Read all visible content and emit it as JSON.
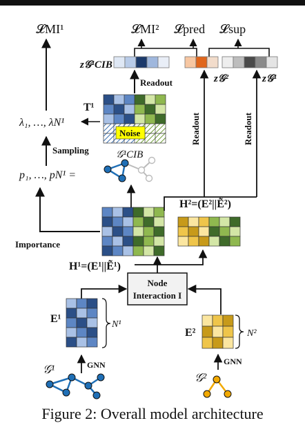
{
  "loss_labels": {
    "mi1": "𝓛MI¹",
    "mi2": "𝓛MI²",
    "pred": "𝓛pred",
    "sup": "𝓛sup"
  },
  "embeddings": {
    "z_cib": "z𝒢¹CIB",
    "z_g2": "z𝒢²",
    "z_g1": "z𝒢¹"
  },
  "labels": {
    "readout_top": "Readout",
    "readout_mid": "Readout",
    "readout_right": "Readout",
    "t1": "T¹",
    "noise": "Noise",
    "lambdas": "λ₁, …, λN¹",
    "sampling": "Sampling",
    "probs": "p₁, …, pN¹ =",
    "g_cib": "𝒢¹CIB",
    "importance": "Importance",
    "h1": "H¹=(E¹||Ẽ¹)",
    "h2": "H²=(E²||Ẽ²)",
    "node_interaction_line1": "Node",
    "node_interaction_line2": "Interaction I",
    "e1": "E¹",
    "e2": "E²",
    "n1": "N¹",
    "n2": "N²",
    "gnn_left": "GNN",
    "gnn_right": "GNN",
    "g1": "𝒢¹",
    "g2": "𝒢²"
  },
  "caption": "Figure 2: Overall model architecture",
  "colors": {
    "blue_dark": "#2b4f87",
    "blue_mid": "#5d86c4",
    "blue_light": "#a9c1e6",
    "green_dark": "#3f6b2a",
    "green_mid": "#8fb84f",
    "green_light": "#d3e6a6",
    "gold_dark": "#c79a1a",
    "gold_mid": "#efc54a",
    "gold_light": "#fbe6a0",
    "orange": "#e0661c",
    "noise_yellow": "#ffff00",
    "node_blue": "#1f6fb6",
    "node_gold": "#f2a900"
  }
}
